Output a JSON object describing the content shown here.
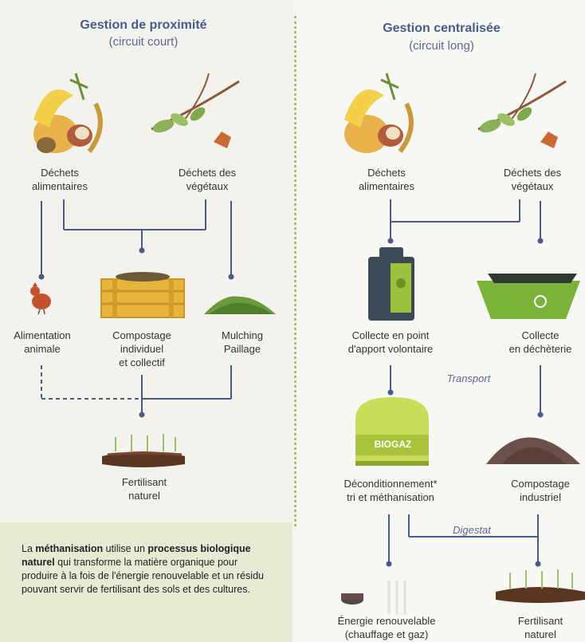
{
  "left": {
    "title": "Gestion de proximité",
    "subtitle": "(circuit court)",
    "food_waste": [
      "Déchets",
      "alimentaires"
    ],
    "green_waste": [
      "Déchets des",
      "végétaux"
    ],
    "animal_feed": [
      "Alimentation",
      "animale"
    ],
    "composting": [
      "Compostage",
      "individuel",
      "et collectif"
    ],
    "mulching": [
      "Mulching",
      "Paillage"
    ],
    "fertilizer": [
      "Fertilisant",
      "naturel"
    ]
  },
  "right": {
    "title": "Gestion centralisée",
    "subtitle": "(circuit long)",
    "food_waste": [
      "Déchets",
      "alimentaires"
    ],
    "green_waste": [
      "Déchets des",
      "végétaux"
    ],
    "collection_point": [
      "Collecte en point",
      "d'apport volontaire"
    ],
    "collection_center": [
      "Collecte",
      "en déchèterie"
    ],
    "transport": "Transport",
    "biogaz": "BIOGAZ",
    "deconditioning": [
      "Déconditionnement*",
      "tri et méthanisation"
    ],
    "industrial_composting": [
      "Compostage",
      "industriel"
    ],
    "digestat": "Digestat",
    "energy": [
      "Énergie renouvelable",
      "(chauffage et gaz)"
    ],
    "fertilizer": [
      "Fertilisant",
      "naturel"
    ]
  },
  "info": {
    "p1": "La ",
    "b1": "méthanisation",
    "p2": " utilise un ",
    "b2": "processus biologique naturel",
    "p3": " qui transforme la matière organique pour produire à la fois de l'énergie renouvelable et un résidu pouvant servir de fertilisant des sols et des cultures."
  },
  "colors": {
    "line": "#4a5b8a",
    "accent_green": "#8fb43a",
    "divider": "#a9c26a",
    "info_bg": "#e6ecd3"
  }
}
